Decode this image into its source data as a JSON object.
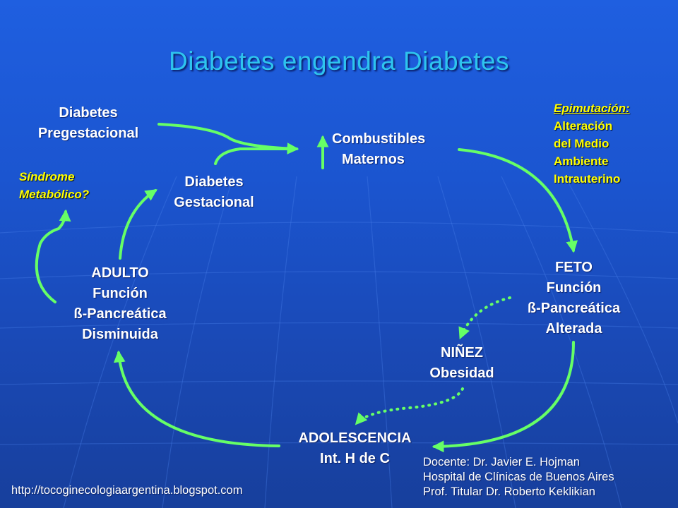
{
  "title": "Diabetes engendra Diabetes",
  "nodes": {
    "diabetes_pregestacional": [
      "Diabetes",
      "Pregestacional"
    ],
    "combustibles_maternos": [
      "Combustibles",
      "Maternos"
    ],
    "diabetes_gestacional": [
      "Diabetes",
      "Gestacional"
    ],
    "feto": [
      "FETO",
      "Función",
      "ß-Pancreática",
      "Alterada"
    ],
    "ninez": [
      "NIÑEZ",
      "Obesidad"
    ],
    "adolescencia": [
      "ADOLESCENCIA",
      "Int. H de C"
    ],
    "adulto": [
      "ADULTO",
      "Función",
      "ß-Pancreática",
      "Disminuida"
    ]
  },
  "sindrome": [
    "Síndrome",
    "Metabólico?"
  ],
  "epimutacion": {
    "heading": "Epimutación:",
    "lines": [
      "Alteración",
      "del Medio",
      "Ambiente",
      "Intrauterino"
    ]
  },
  "credits": [
    "Docente: Dr. Javier E. Hojman",
    "Hospital de Clínicas de Buenos Aires",
    "Prof. Titular Dr. Roberto Keklikian"
  ],
  "url": "http://tocoginecologiaargentina.blogspot.com",
  "colors": {
    "background": "#1b55d0",
    "title": "#2ec4ee",
    "arrow": "#66ff66",
    "highlight": "#ffff00",
    "text": "#ffffff"
  }
}
